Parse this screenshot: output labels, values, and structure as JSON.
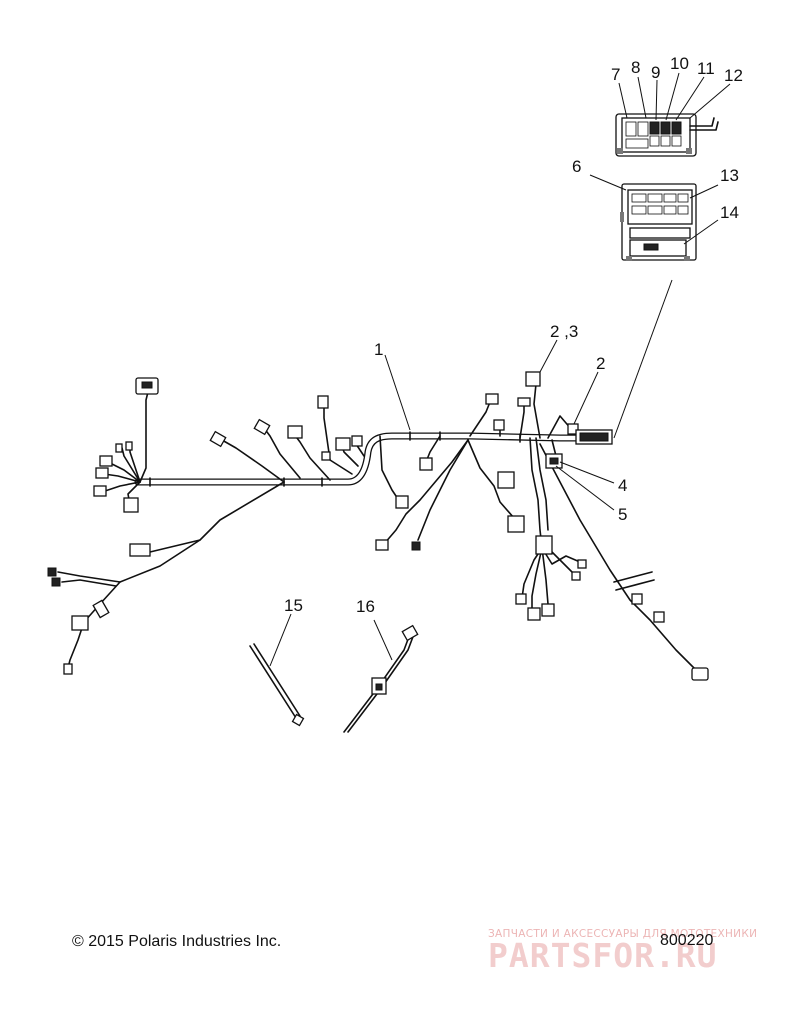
{
  "diagram": {
    "callouts": {
      "c1": "1",
      "c23": "2 ,3",
      "c2": "2",
      "c4": "4",
      "c5": "5",
      "c6": "6",
      "c7": "7",
      "c8": "8",
      "c9": "9",
      "c10": "10",
      "c11": "11",
      "c12": "12",
      "c13": "13",
      "c14": "14",
      "c15": "15",
      "c16": "16"
    }
  },
  "footer": {
    "copyright": "© 2015 Polaris Industries Inc.",
    "drawing_number": "800220"
  },
  "watermark": {
    "tagline": "ЗАПЧАСТИ И АКСЕССУАРЫ ДЛЯ МОТОТЕХНИКИ",
    "logo": "PARTSFOR.RU"
  }
}
